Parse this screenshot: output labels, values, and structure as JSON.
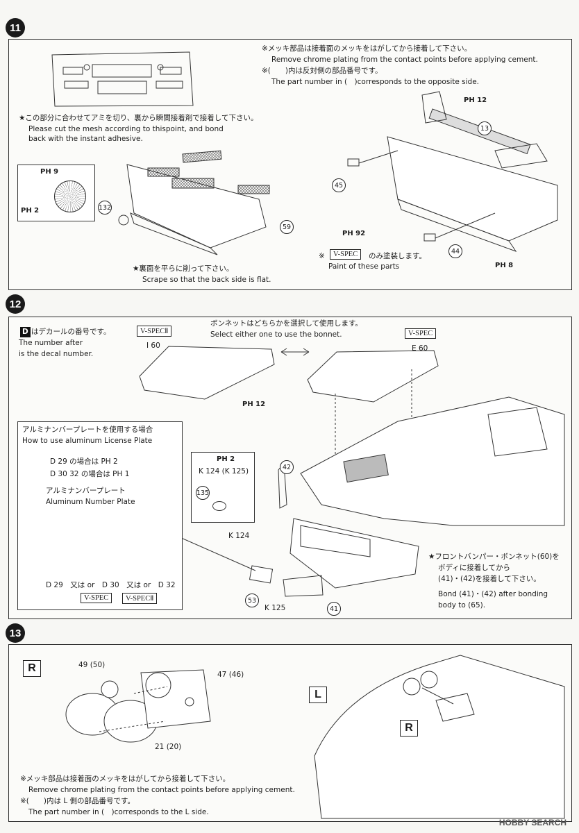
{
  "steps": {
    "s11": {
      "number": "11",
      "chrome_jp": "※メッキ部品は接着面のメッキをはがしてから接着して下さい。",
      "chrome_en": "Remove chrome plating from the contact points before applying cement.",
      "opposite_jp": "※(　　)内は反対側の部品番号です。",
      "opposite_en": "The part number in (　)corresponds to the opposite side.",
      "mesh_jp": "★この部分に合わせてアミを切り、裏から瞬間接着剤で接着して下さい。",
      "mesh_en1": "Please cut the mesh according to thispoint, and bond",
      "mesh_en2": "back with the instant adhesive.",
      "scrape_jp": "★裏面を平らに削って下さい。",
      "scrape_en": "Scrape so that the back side is flat.",
      "paint_jp": "のみ塗装します。",
      "paint_en": "Paint of these parts",
      "vspec": "V-SPEC",
      "ph9": "PH 9",
      "ph2": "PH 2",
      "ph12": "PH 12",
      "ph92": "PH 92",
      "ph8": "PH 8",
      "p132": "132",
      "p59": "59",
      "p13": "13",
      "p45": "45",
      "p44": "44"
    },
    "s12": {
      "number": "12",
      "decal_d": "D",
      "decal_jp": "はデカールの番号です。",
      "decal_en1": "The number after",
      "decal_en2": "is the decal number.",
      "bonnet_jp": "ボンネットはどちらかを選択して使用します。",
      "bonnet_en": "Select either one to use the bonnet.",
      "vspec2": "V-SPECⅡ",
      "vspec": "V-SPEC",
      "i60": "I 60",
      "e60": "E 60",
      "ph12": "PH 12",
      "plate_title_jp": "アルミナンバープレートを使用する場合",
      "plate_title_en": "How to use aluminum License Plate",
      "case1": "D 29 の場合は PH 2",
      "case2": "D 30 32 の場合は PH 1",
      "plate_name_jp": "アルミナンバープレート",
      "plate_name_en": "Aluminum Number Plate",
      "plate_options": "D 29　又は or　D 30　又は or　D 32",
      "plate_vspec": "V-SPEC",
      "plate_vspec2": "V-SPECⅡ",
      "ph2": "PH 2",
      "k124_top": "K 124 (K 125)",
      "p135": "135",
      "k124": "K 124",
      "p53": "53",
      "k125": "K 125",
      "p41": "41",
      "p42": "42",
      "bumper_jp1": "★フロントバンパー・ボンネット(60)を",
      "bumper_jp2": "ボディに接着してから",
      "bumper_jp3": "(41)・(42)を接着して下さい。",
      "bumper_en1": "Bond (41)・(42) after bonding",
      "bumper_en2": "body to (65)."
    },
    "s13": {
      "number": "13",
      "label_r": "R",
      "label_l": "L",
      "p49": "49 (50)",
      "p47": "47 (46)",
      "p21": "21 (20)",
      "chrome_jp": "※メッキ部品は接着面のメッキをはがしてから接着して下さい。",
      "chrome_en": "Remove chrome plating from the contact points before applying cement.",
      "side_jp": "※(　　)内は L 側の部品番号です。",
      "side_en": "The part number in (　)corresponds to the L side."
    }
  },
  "watermark": "HOBBY SEARCH"
}
